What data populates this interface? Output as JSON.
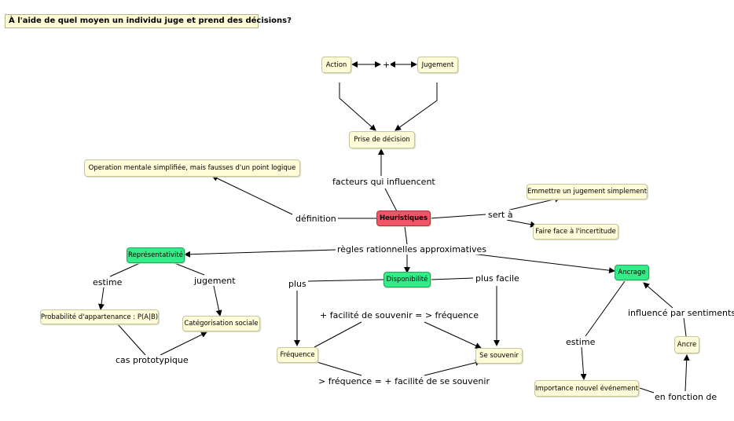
{
  "question": "À l'aide de quel moyen un individu juge et prend des décisions?",
  "nodes": {
    "action": "Action",
    "jugement": "Jugement",
    "plus_sign": "+",
    "prise_decision": "Prise de décision",
    "operation_mentale": "Operation mentale simplifiée, mais fausses d'un point logique",
    "heuristiques": "Heuristiques",
    "emmettre": "Emmettre un jugement simplement",
    "faire_face": "Faire face à l'incertitude",
    "representativite": "Représentativité",
    "disponibilite": "Disponibilité",
    "ancrage": "Ancrage",
    "probabilite": "Probabilité d'appartenance : P(A|B)",
    "categorisation": "Catégorisation sociale",
    "frequence": "Fréquence",
    "se_souvenir": "Se souvenir",
    "ancre": "Ancre",
    "importance": "Importance nouvel événement"
  },
  "links": {
    "facteurs": "facteurs qui influencent",
    "definition": "définition",
    "sert_a": "sert à",
    "regles": "règles rationnelles approximatives",
    "estime_left": "estime",
    "jugement_left": "jugement",
    "cas_prototypique": "cas prototypique",
    "plus": "plus",
    "plus_facile": "plus facile",
    "facilite_frequence": "+ facilité de souvenir = > fréquence",
    "frequence_facilite": "> fréquence = + facilité de se souvenir",
    "estime_right": "estime",
    "influence_sentiments": "influencé par sentiments",
    "en_fonction_de": "en fonction de"
  },
  "colors": {
    "node_fill": "#fefcd8",
    "green_fill": "#33ee88",
    "red_fill": "#ee5566",
    "line": "#000000"
  }
}
